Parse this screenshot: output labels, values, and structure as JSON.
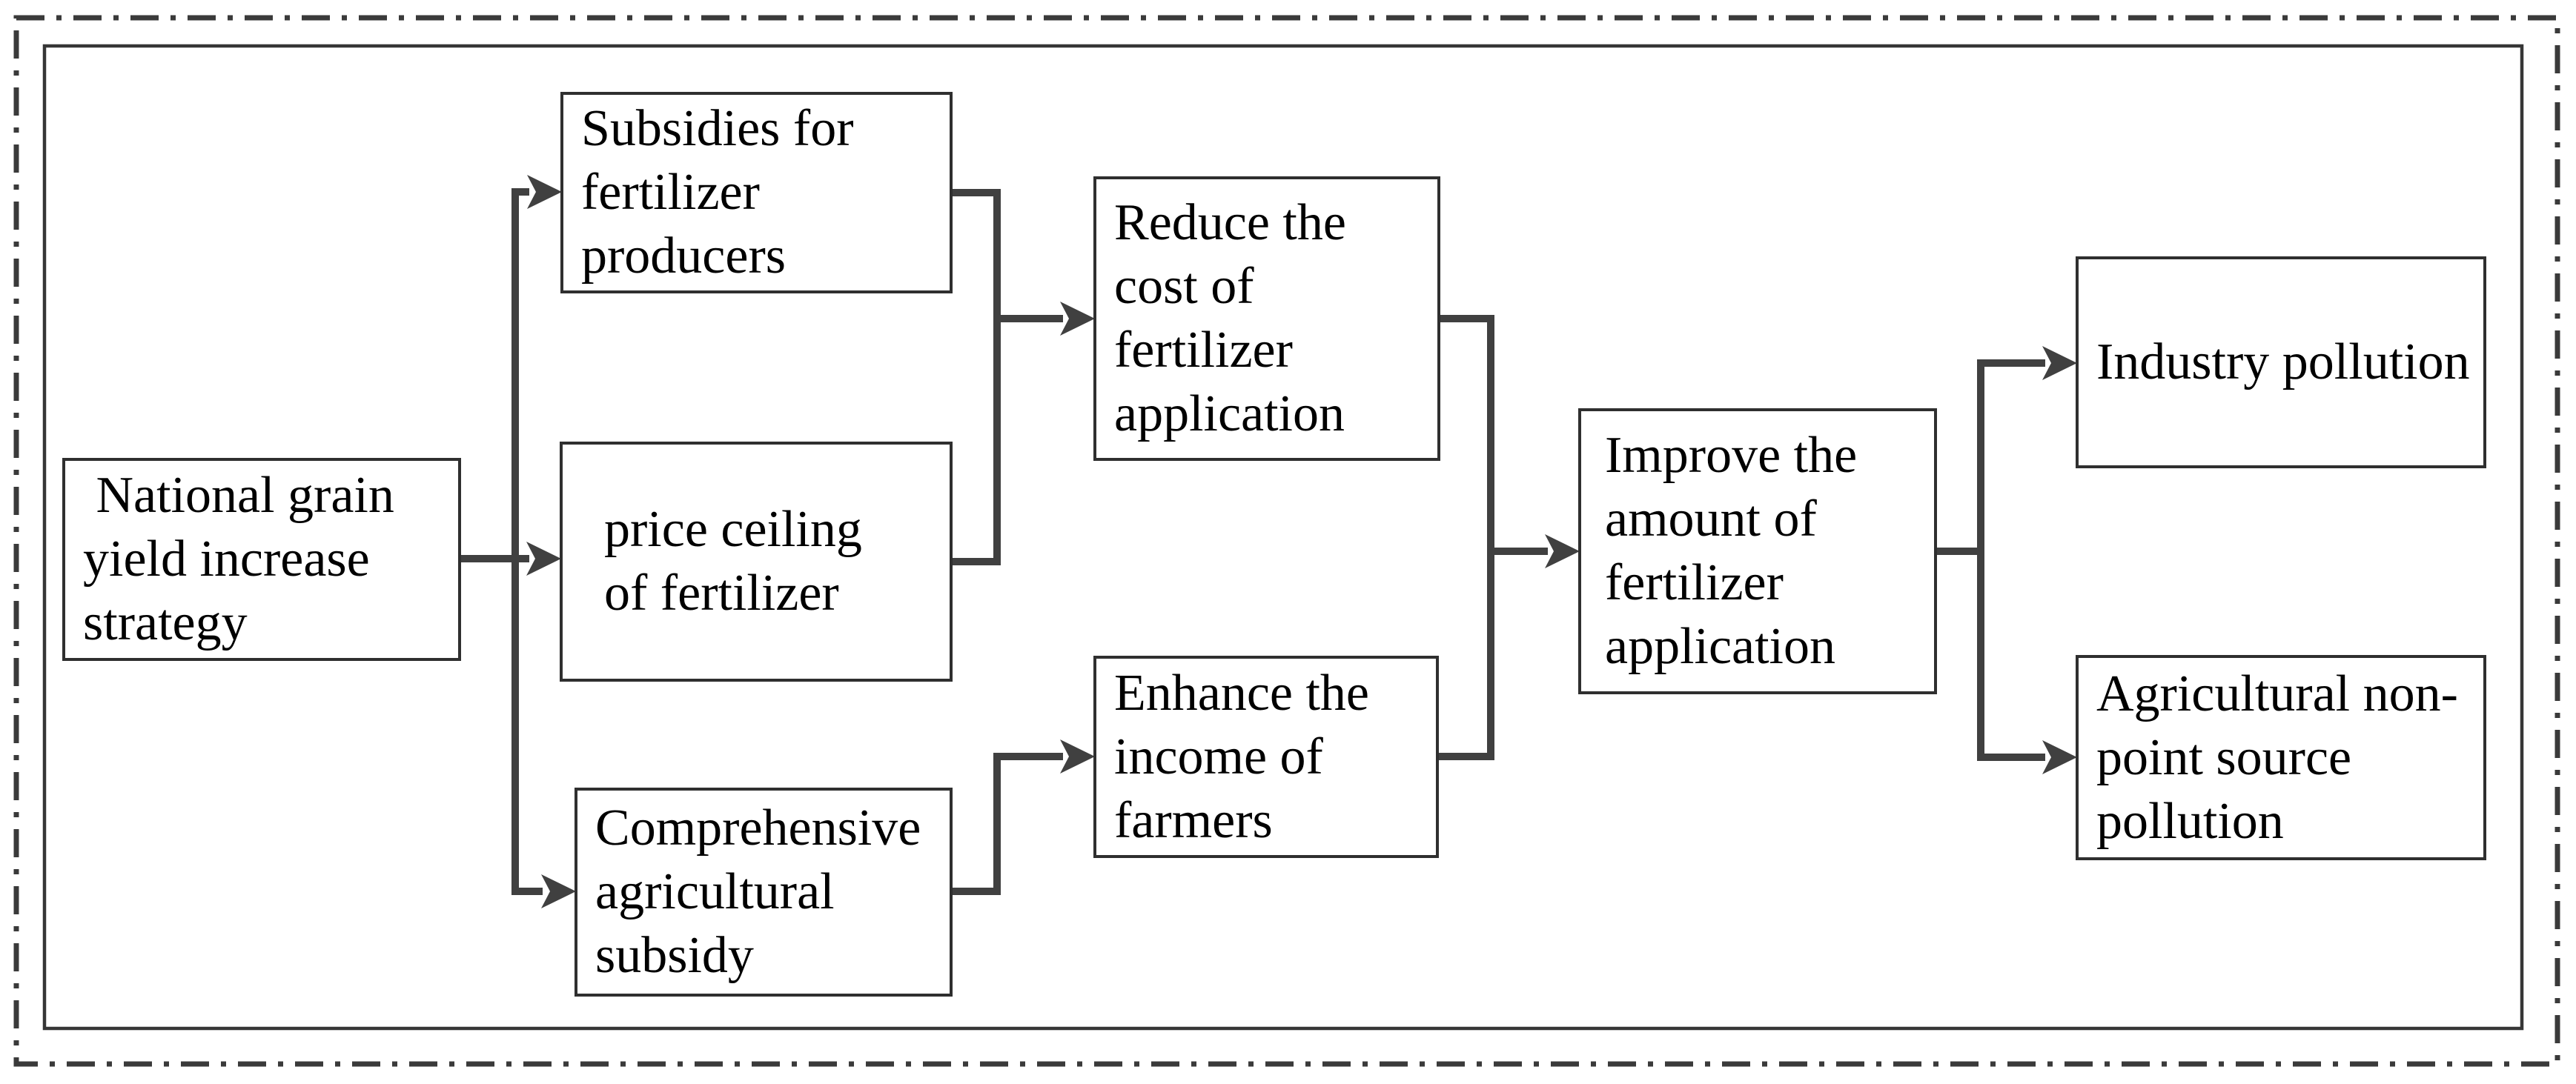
{
  "diagram": {
    "title": "National grain yield increase strategy fertilizer pathway flowchart",
    "type": "flowchart",
    "colors": {
      "background": "#ffffff",
      "text": "#000000",
      "box_border": "#2f2f2f",
      "connector": "#404040",
      "outer_border": "#3a3a3a",
      "inner_border": "#363636"
    },
    "nodes": {
      "national": {
        "label": [
          " National grain",
          "yield increase",
          "strategy"
        ]
      },
      "subsidies": {
        "label": [
          "Subsidies for",
          "fertilizer",
          "producers"
        ]
      },
      "price": {
        "label": [
          "price ceiling",
          "of fertilizer"
        ]
      },
      "comprehensive": {
        "label": [
          "Comprehensive",
          "agricultural",
          "subsidy"
        ]
      },
      "reduce": {
        "label": [
          "Reduce the",
          "cost of",
          "fertilizer",
          "application"
        ]
      },
      "enhance": {
        "label": [
          "Enhance the",
          "income of",
          "farmers"
        ]
      },
      "improve": {
        "label": [
          "Improve the",
          "amount of",
          "fertilizer",
          "application"
        ]
      },
      "industry": {
        "label": [
          "Industry pollution"
        ]
      },
      "agricultural": {
        "label": [
          "Agricultural non-",
          "point source",
          "pollution"
        ]
      }
    },
    "edges": [
      {
        "from": "national",
        "to": "subsidies"
      },
      {
        "from": "national",
        "to": "price"
      },
      {
        "from": "national",
        "to": "comprehensive"
      },
      {
        "from": "subsidies",
        "to": "reduce"
      },
      {
        "from": "price",
        "to": "reduce"
      },
      {
        "from": "comprehensive",
        "to": "enhance"
      },
      {
        "from": "reduce",
        "to": "improve"
      },
      {
        "from": "enhance",
        "to": "improve"
      },
      {
        "from": "improve",
        "to": "industry"
      },
      {
        "from": "improve",
        "to": "agricultural"
      }
    ]
  }
}
